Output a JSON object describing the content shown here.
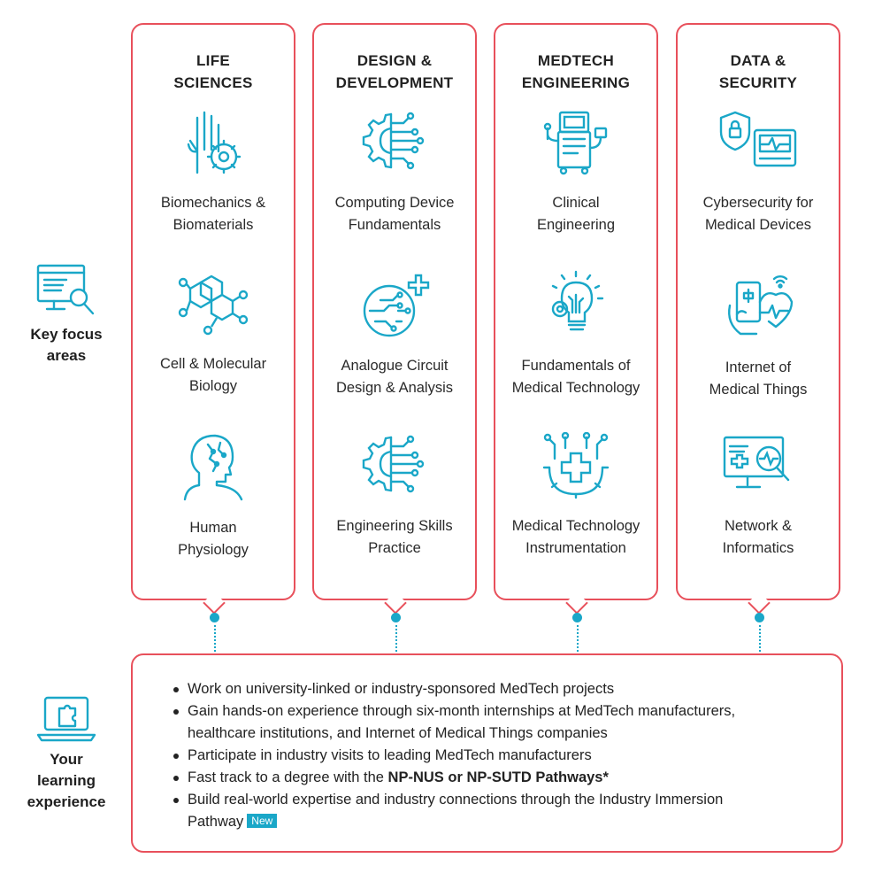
{
  "side": {
    "focus_label": "Key focus\nareas",
    "learning_label": "Your\nlearning\nexperience"
  },
  "columns": [
    {
      "title": "LIFE\nSCIENCES",
      "items": [
        {
          "label": "Biomechanics &\nBiomaterials",
          "icon": "hand-gear-icon"
        },
        {
          "label": "Cell & Molecular\nBiology",
          "icon": "molecule-icon"
        },
        {
          "label": "Human\nPhysiology",
          "icon": "human-head-icon"
        }
      ]
    },
    {
      "title": "DESIGN &\nDEVELOPMENT",
      "items": [
        {
          "label": "Computing Device\nFundamentals",
          "icon": "gear-circuit-icon"
        },
        {
          "label": "Analogue Circuit\nDesign & Analysis",
          "icon": "circuit-plus-icon"
        },
        {
          "label": "Engineering Skills\nPractice",
          "icon": "gear-circuit-icon"
        }
      ]
    },
    {
      "title": "MEDTECH\nENGINEERING",
      "items": [
        {
          "label": "Clinical\nEngineering",
          "icon": "medical-machine-icon"
        },
        {
          "label": "Fundamentals of\nMedical Technology",
          "icon": "lightbulb-gear-icon"
        },
        {
          "label": "Medical Technology\nInstrumentation",
          "icon": "medical-cross-gear-icon"
        }
      ]
    },
    {
      "title": "DATA &\nSECURITY",
      "items": [
        {
          "label": "Cybersecurity for\nMedical Devices",
          "icon": "shield-monitor-icon"
        },
        {
          "label": "Internet of\nMedical Things",
          "icon": "phone-heart-icon"
        },
        {
          "label": "Network &\nInformatics",
          "icon": "monitor-search-icon"
        }
      ]
    }
  ],
  "experience": {
    "items": [
      "Work on university-linked or industry-sponsored MedTech projects",
      "Gain hands-on experience through six-month internships at MedTech manufacturers,\nhealthcare institutions, and Internet of Medical Things companies",
      "Participate in industry visits to leading MedTech manufacturers"
    ],
    "fast_track_prefix": "Fast track to a degree with the ",
    "fast_track_bold": "NP-NUS or NP-SUTD Pathways*",
    "immersion_text": "Build real-world expertise and industry connections through the Industry Immersion\nPathway",
    "new_badge": "New"
  },
  "colors": {
    "border": "#e8505b",
    "accent": "#1aa7c8"
  }
}
